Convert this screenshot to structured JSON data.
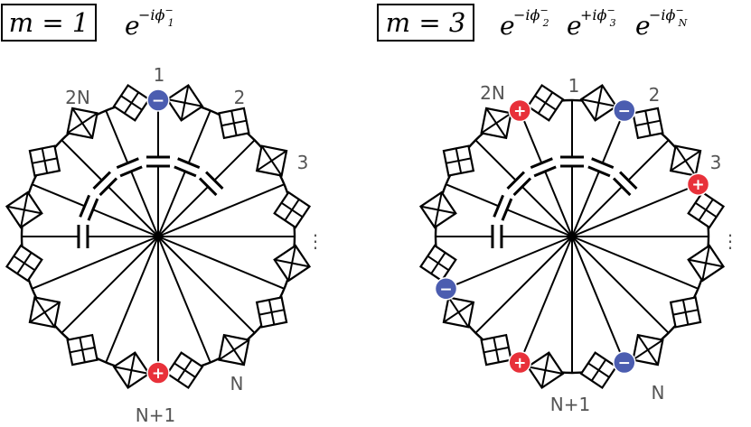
{
  "panels": [
    {
      "id": "m1",
      "label_box": "m = 1",
      "formula_terms": [
        {
          "base": "e",
          "sign": "−",
          "sub": "1"
        }
      ],
      "site_labels": {
        "top": "1",
        "top_right": "2",
        "right": "3",
        "dots": "⋮",
        "bottom_right": "N",
        "bottom": "N+1",
        "top_left": "2N"
      },
      "charges": [
        {
          "site": "1",
          "sign": "−",
          "color": "#4b5db0"
        },
        {
          "site": "N+1",
          "sign": "+",
          "color": "#e8313a"
        }
      ]
    },
    {
      "id": "m3",
      "label_box": "m = 3",
      "formula_terms": [
        {
          "base": "e",
          "sign": "−",
          "sub": "2"
        },
        {
          "base": "e",
          "sign": "+",
          "sub": "3"
        },
        {
          "base": "e",
          "sign": "−",
          "sub": "N"
        }
      ],
      "site_labels": {
        "top": "1",
        "top_right": "2",
        "right": "3",
        "dots": "⋮",
        "bottom_right": "N",
        "bottom": "N+1",
        "top_left": "2N"
      },
      "charges": [
        {
          "site": "2N",
          "sign": "+",
          "color": "#e8313a"
        },
        {
          "site": "2",
          "sign": "−",
          "color": "#4b5db0"
        },
        {
          "site": "3",
          "sign": "+",
          "color": "#e8313a"
        },
        {
          "site": "left-lower",
          "sign": "−",
          "color": "#4b5db0"
        },
        {
          "site": "bottom-left",
          "sign": "+",
          "color": "#e8313a"
        },
        {
          "site": "bottom-right",
          "sign": "−",
          "color": "#4b5db0"
        }
      ]
    }
  ],
  "colors": {
    "plus": "#e8313a",
    "minus": "#4b5db0",
    "label": "#555555",
    "line": "#000000"
  }
}
